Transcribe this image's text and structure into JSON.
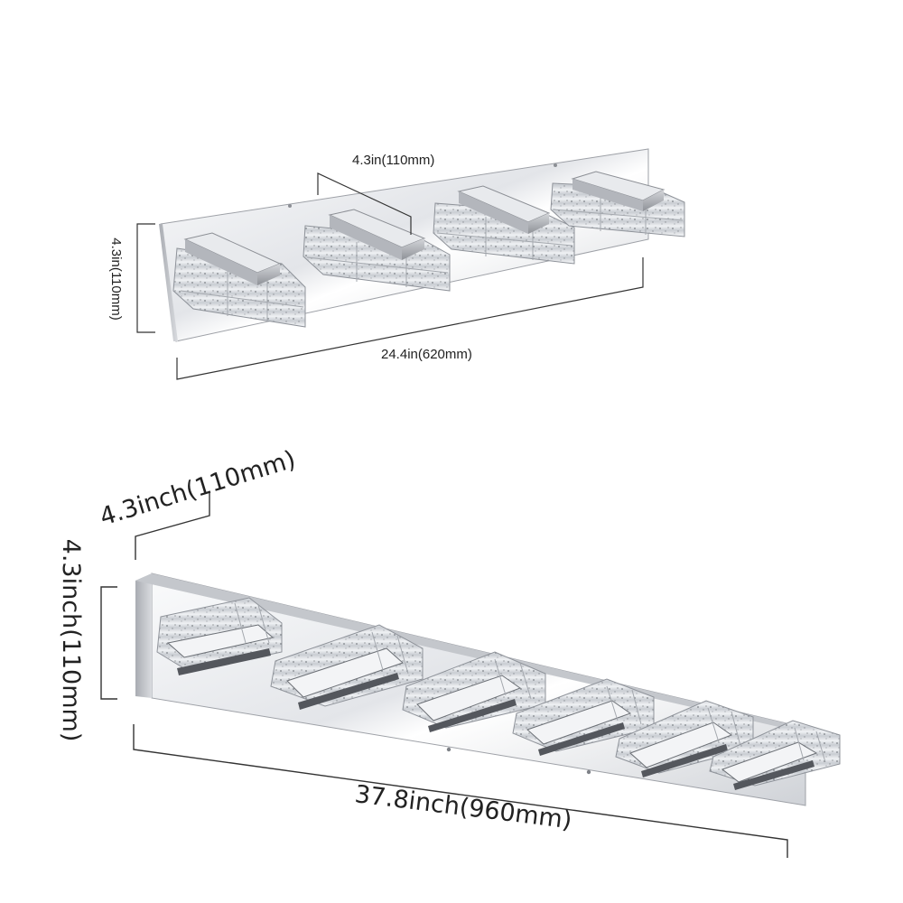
{
  "top_fixture": {
    "depth_label": "4.3in(110mm)",
    "height_label": "4.3in(110mm)",
    "width_label": "24.4in(620mm)",
    "light_count": 4
  },
  "bottom_fixture": {
    "depth_label": "4.3inch(110mm)",
    "height_label": "4.3inch(110mm)",
    "width_label": "37.8inch(960mm)",
    "light_count": 6
  },
  "colors": {
    "chrome_light": "#f4f5f7",
    "chrome_dark": "#b7bac0",
    "crystal": "#dfe2e6",
    "dimension_line": "#333333"
  }
}
